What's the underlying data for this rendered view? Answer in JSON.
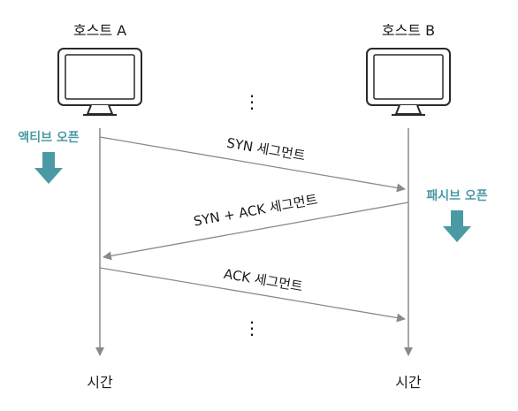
{
  "hosts": {
    "a": {
      "label": "호스트 A",
      "time_label": "시간",
      "state_label": "액티브 오픈"
    },
    "b": {
      "label": "호스트 B",
      "time_label": "시간",
      "state_label": "패시브 오픈"
    }
  },
  "messages": {
    "syn": "SYN 세그먼트",
    "syn_ack": "SYN + ACK 세그먼트",
    "ack": "ACK 세그먼트"
  },
  "ellipsis": "⋮",
  "colors": {
    "accent": "#4a9aa5",
    "line": "#8a8a8a",
    "text": "#1a1a1a",
    "monitor_stroke": "#2a2a2a"
  },
  "icons": [
    "monitor-icon",
    "down-arrow-icon"
  ]
}
